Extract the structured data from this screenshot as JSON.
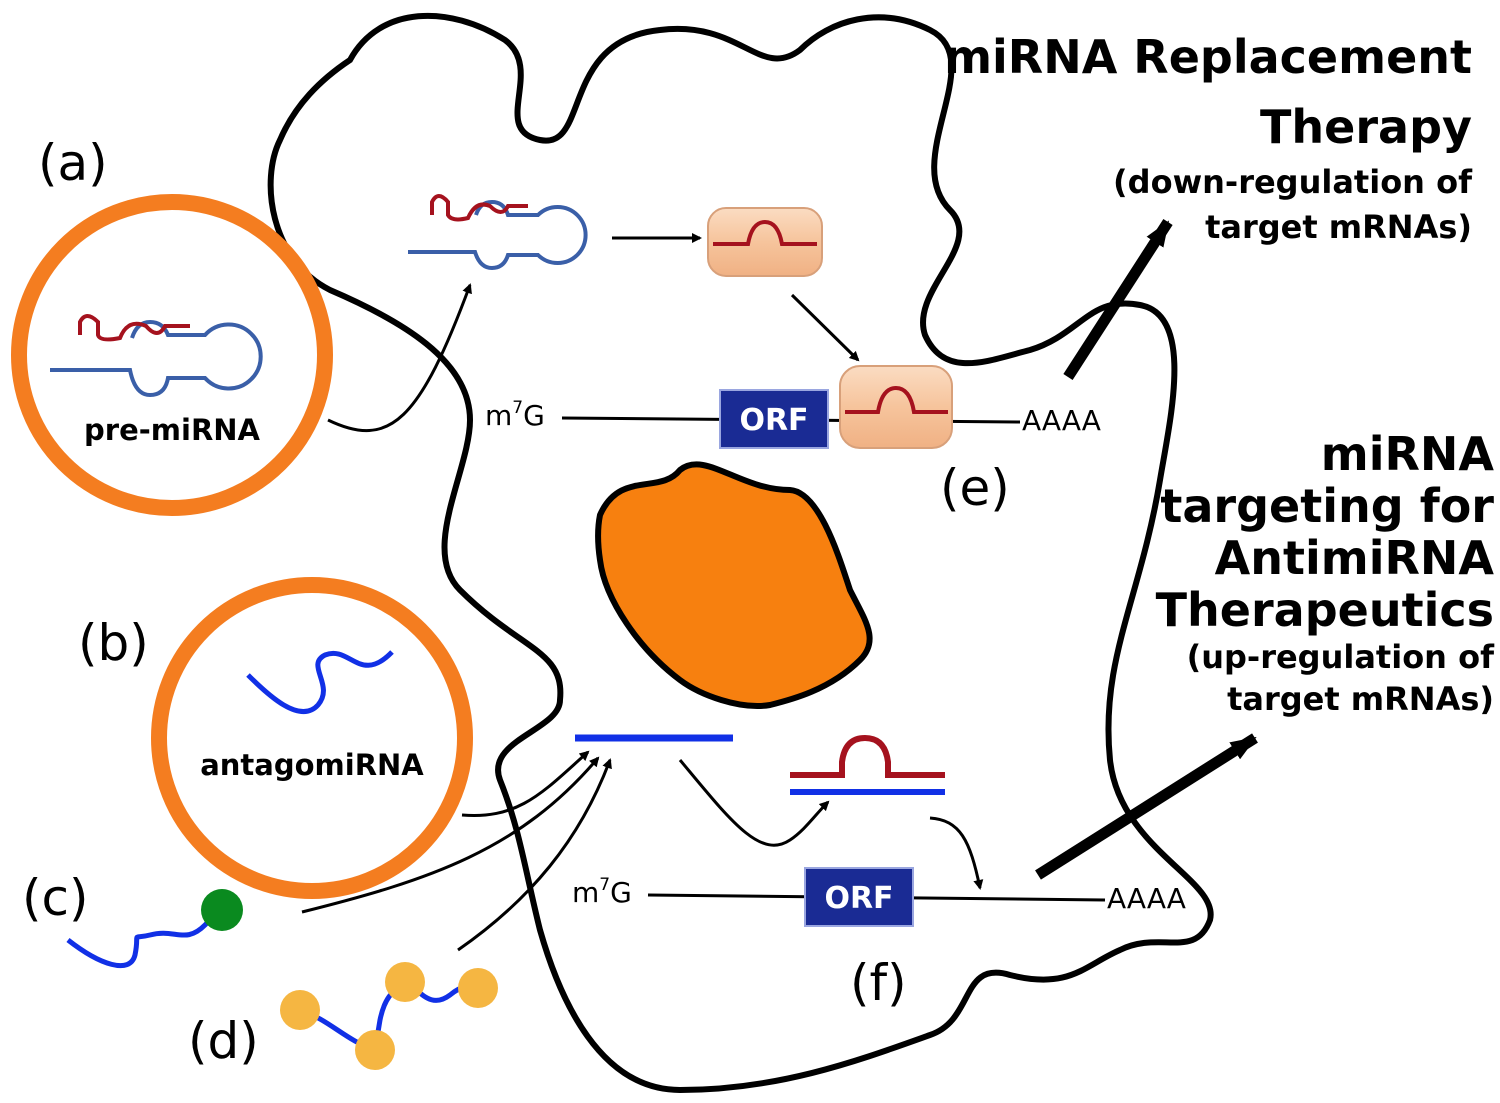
{
  "labels": {
    "a": "(a)",
    "b": "(b)",
    "c": "(c)",
    "d": "(d)",
    "e": "(e)",
    "f": "(f)"
  },
  "vesicles": {
    "pre_mirna": "pre-miRNA",
    "antagomirna": "antagomiRNA"
  },
  "replacement": {
    "title_line1": "miRNA Replacement",
    "title_line2": "Therapy",
    "sub_line1": "(down-regulation of",
    "sub_line2": "target mRNAs)"
  },
  "antimirna": {
    "title_line1": "miRNA",
    "title_line2": "targeting for",
    "title_line3": "AntimiRNA",
    "title_line4": "Therapeutics",
    "sub_line1": "(up-regulation of",
    "sub_line2": "target mRNAs)"
  },
  "mrna_top": {
    "cap": "m",
    "cap_sup": "7",
    "cap_end": "G",
    "orf": "ORF",
    "tail": "AAAA"
  },
  "mrna_bottom": {
    "cap": "m",
    "cap_sup": "7",
    "cap_end": "G",
    "orf": "ORF",
    "tail": "AAAA"
  },
  "colors": {
    "vesicle": "#f47d20",
    "nucleus": "#f7800f",
    "mirna_red": "#a5121e",
    "mirna_blue": "#3a5fa8",
    "antagomir_blue": "#1130e6",
    "orf_box": "#1a2b94",
    "risc_fill": "#f6c49c",
    "green_dot": "#0a8a1f",
    "yellow_dot": "#f5b642"
  }
}
